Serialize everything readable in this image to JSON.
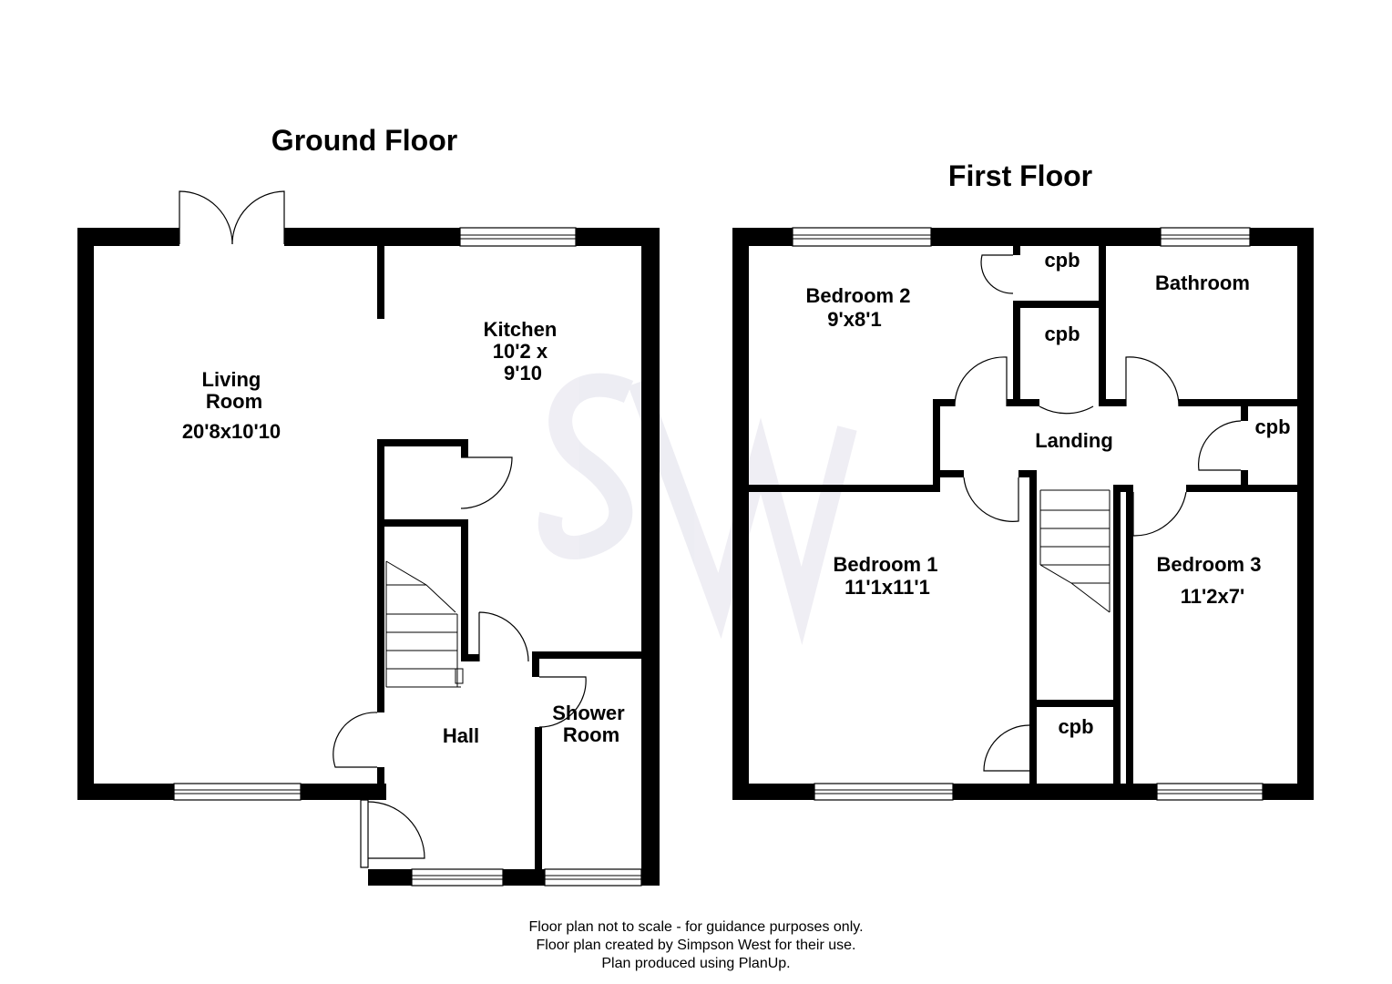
{
  "ground_floor": {
    "title": "Ground Floor",
    "living_room": {
      "line1": "Living",
      "line2": "Room",
      "dims": "20'8x10'10"
    },
    "kitchen": {
      "line1": "Kitchen",
      "line2": "10'2 x",
      "line3": "9'10"
    },
    "hall": "Hall",
    "shower_room": {
      "line1": "Shower",
      "line2": "Room"
    }
  },
  "first_floor": {
    "title": "First Floor",
    "bedroom_2": {
      "name": "Bedroom 2",
      "dims": "9'x8'1"
    },
    "bedroom_1": {
      "name": "Bedroom 1",
      "dims": "11'1x11'1"
    },
    "bedroom_3": {
      "name": "Bedroom 3",
      "dims": "11'2x7'"
    },
    "bathroom": "Bathroom",
    "landing": "Landing",
    "cupboards": [
      "cpb",
      "cpb",
      "cpb",
      "cpb"
    ]
  },
  "footer": {
    "line1": "Floor plan not to scale - for guidance purposes only.",
    "line2": "Floor plan created by Simpson West for their use.",
    "line3": "Plan produced using PlanUp."
  },
  "watermark": {
    "logo": "SW",
    "color": "#2d2a6e"
  }
}
